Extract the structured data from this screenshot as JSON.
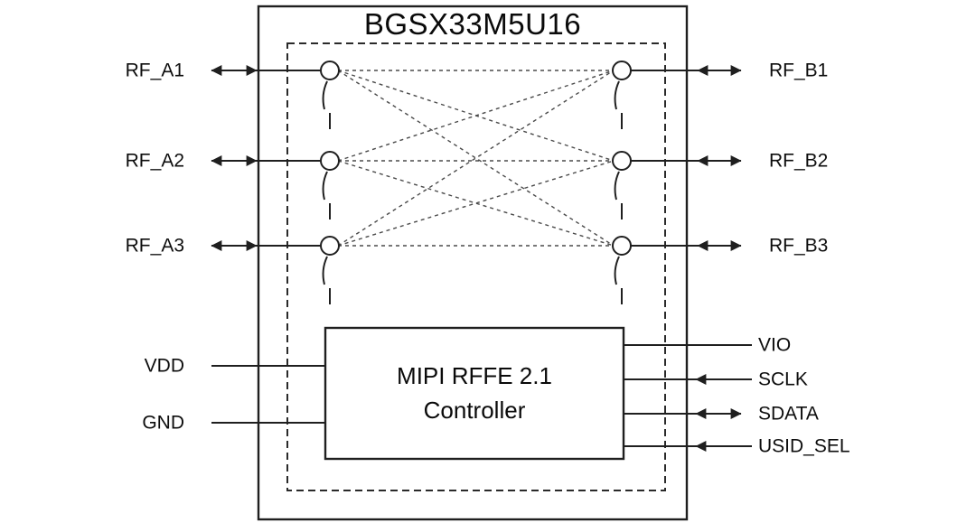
{
  "diagram": {
    "title": "BGSX33M5U16",
    "controller": {
      "line1": "MIPI RFFE 2.1",
      "line2": "Controller"
    },
    "rf_left": [
      "RF_A1",
      "RF_A2",
      "RF_A3"
    ],
    "rf_right": [
      "RF_B1",
      "RF_B2",
      "RF_B3"
    ],
    "power": [
      "VDD",
      "GND"
    ],
    "control": [
      "VIO",
      "SCLK",
      "SDATA",
      "USID_SEL"
    ],
    "colors": {
      "line": "#1f1f1f",
      "dashed_boundary": "#2a2a2a",
      "crosspoint": "#4a4a4a",
      "background": "#ffffff",
      "text": "#0d0d0d"
    }
  }
}
